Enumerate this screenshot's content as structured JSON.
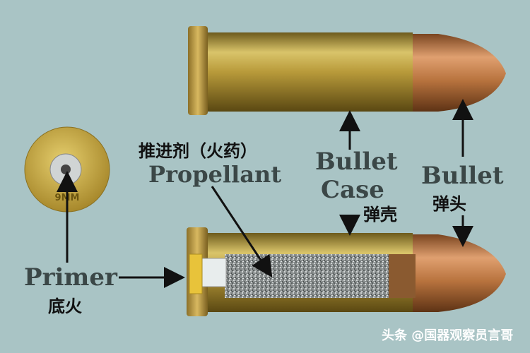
{
  "background": "#a9c4c5",
  "primer_disc": {
    "stamp": "9MM"
  },
  "labels": {
    "propellant_zh": "推进剂（火药）",
    "propellant_en": "Propellant",
    "case_en_1": "Bullet",
    "case_en_2": "Case",
    "case_zh": "弹壳",
    "bullet_en": "Bullet",
    "bullet_zh": "弹头",
    "primer_en": "Primer",
    "primer_zh": "底火"
  },
  "watermark": "头条 @国器观察员言哥",
  "colors": {
    "brass": "#b89a3a",
    "copper": "#b8733e",
    "propellant": "#8a8f8f",
    "primer": "#e8c33a"
  }
}
